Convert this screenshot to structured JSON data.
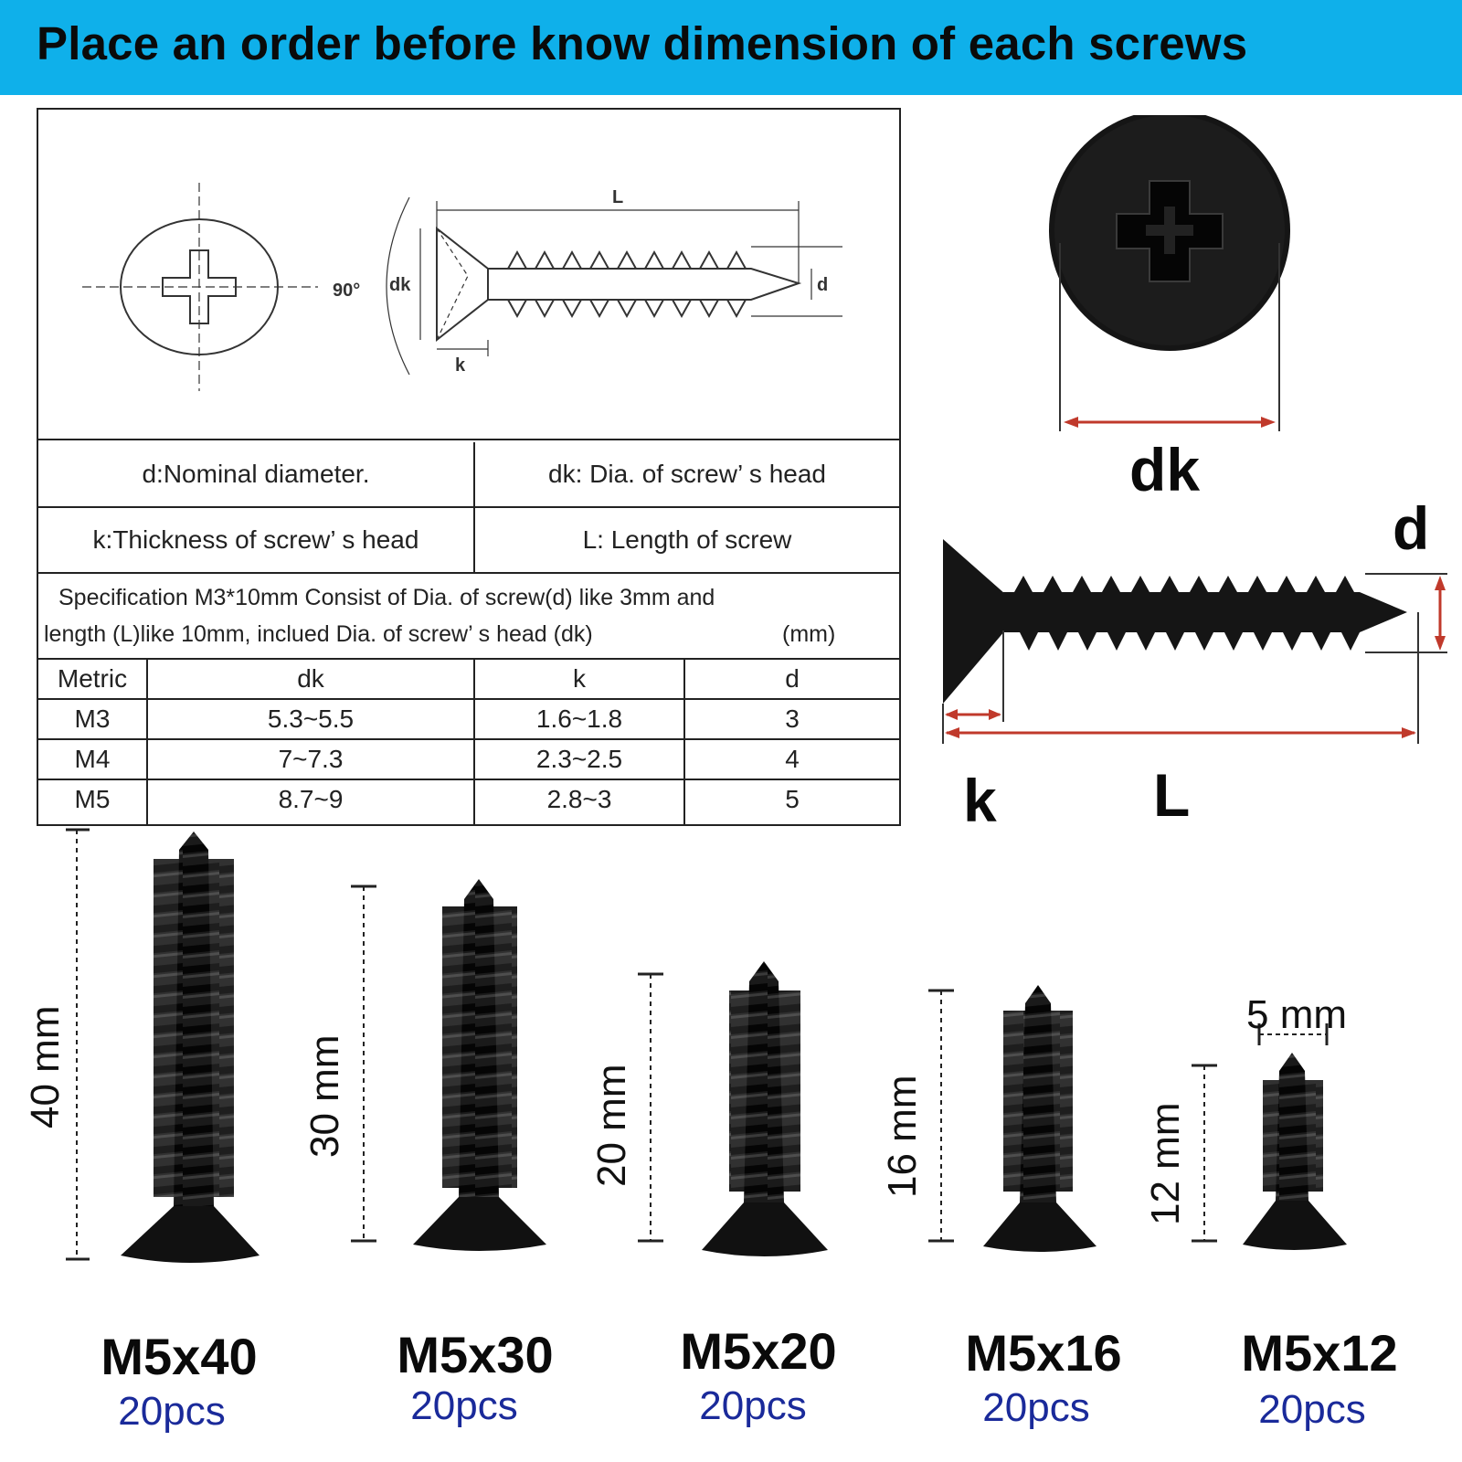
{
  "banner": {
    "title": "Place an order before know dimension of each screws"
  },
  "drawing": {
    "angle": "90°",
    "dk": "dk",
    "L": "L",
    "d": "d",
    "k": "k"
  },
  "definitions": {
    "d": "d:Nominal diameter.",
    "dk": "dk: Dia. of screw’ s head",
    "k": "k:Thickness of screw’ s head",
    "L": "L: Length of screw"
  },
  "specification": {
    "line1": "Specification M3*10mm Consist of Dia. of screw(d) like 3mm and",
    "line2": "length (L)like 10mm, inclued Dia. of screw’ s head (dk)",
    "unit": "(mm)"
  },
  "table": {
    "headers": [
      "Metric",
      "dk",
      "k",
      "d"
    ],
    "rows": [
      [
        "M3",
        "5.3~5.5",
        "1.6~1.8",
        "3"
      ],
      [
        "M4",
        "7~7.3",
        "2.3~2.5",
        "4"
      ],
      [
        "M5",
        "8.7~9",
        "2.8~3",
        "5"
      ]
    ]
  },
  "photo_labels": {
    "dk": "dk",
    "d": "d",
    "k": "k",
    "L": "L"
  },
  "screws": [
    {
      "length": "40 mm",
      "size": "M5x40",
      "qty": "20pcs"
    },
    {
      "length": "30 mm",
      "size": "M5x30",
      "qty": "20pcs"
    },
    {
      "length": "20 mm",
      "size": "M5x20",
      "qty": "20pcs"
    },
    {
      "length": "16 mm",
      "size": "M5x16",
      "qty": "20pcs"
    },
    {
      "length": "12 mm",
      "size": "M5x12",
      "qty": "20pcs"
    }
  ],
  "width_label": "5 mm",
  "colors": {
    "banner": "#0fb0ea",
    "qty_text": "#1a2a9a",
    "dim_arrow": "#c0392b",
    "screw": "#151515"
  }
}
